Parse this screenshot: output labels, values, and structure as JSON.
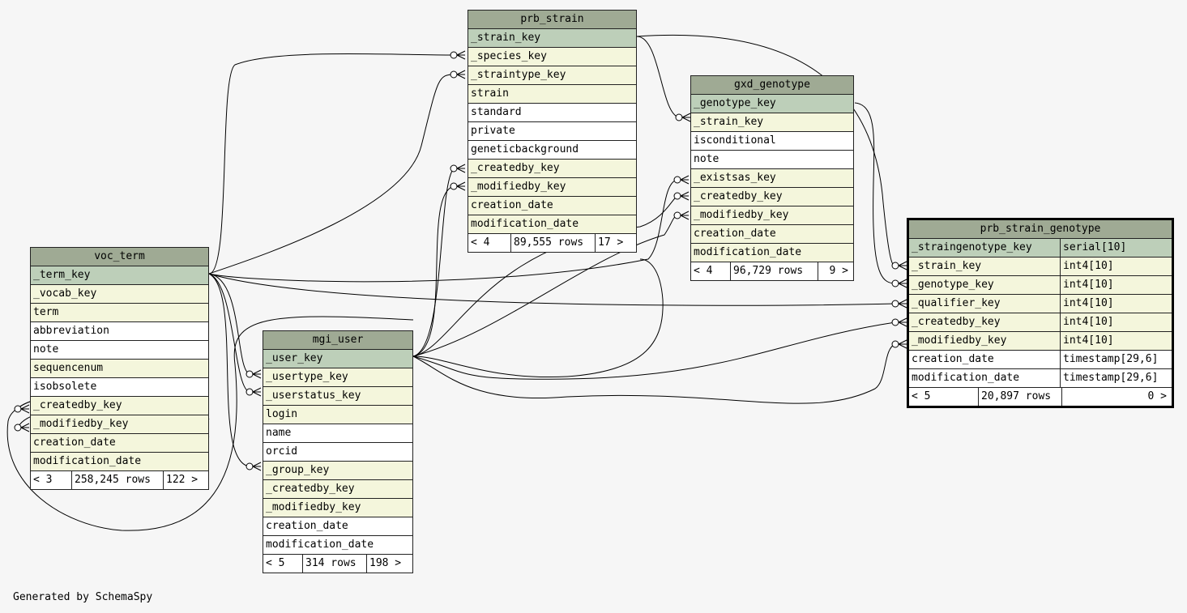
{
  "credit": "Generated by SchemaSpy",
  "tables": {
    "prb_strain": {
      "name": "prb_strain",
      "columns": [
        {
          "name": "_strain_key",
          "kind": "pk"
        },
        {
          "name": "_species_key",
          "kind": "fk"
        },
        {
          "name": "_straintype_key",
          "kind": "fk"
        },
        {
          "name": "strain",
          "kind": "fk"
        },
        {
          "name": "standard",
          "kind": "plain"
        },
        {
          "name": "private",
          "kind": "plain"
        },
        {
          "name": "geneticbackground",
          "kind": "plain"
        },
        {
          "name": "_createdby_key",
          "kind": "fk"
        },
        {
          "name": "_modifiedby_key",
          "kind": "fk"
        },
        {
          "name": "creation_date",
          "kind": "fk"
        },
        {
          "name": "modification_date",
          "kind": "fk"
        }
      ],
      "footer": {
        "parents": "< 4",
        "rows": "89,555 rows",
        "children": "17 >"
      }
    },
    "gxd_genotype": {
      "name": "gxd_genotype",
      "columns": [
        {
          "name": "_genotype_key",
          "kind": "pk"
        },
        {
          "name": "_strain_key",
          "kind": "fk"
        },
        {
          "name": "isconditional",
          "kind": "plain"
        },
        {
          "name": "note",
          "kind": "plain"
        },
        {
          "name": "_existsas_key",
          "kind": "fk"
        },
        {
          "name": "_createdby_key",
          "kind": "fk"
        },
        {
          "name": "_modifiedby_key",
          "kind": "fk"
        },
        {
          "name": "creation_date",
          "kind": "fk"
        },
        {
          "name": "modification_date",
          "kind": "fk"
        }
      ],
      "footer": {
        "parents": "< 4",
        "rows": "96,729 rows",
        "children": "9 >"
      }
    },
    "voc_term": {
      "name": "voc_term",
      "columns": [
        {
          "name": "_term_key",
          "kind": "pk"
        },
        {
          "name": "_vocab_key",
          "kind": "fk"
        },
        {
          "name": "term",
          "kind": "fk"
        },
        {
          "name": "abbreviation",
          "kind": "plain"
        },
        {
          "name": "note",
          "kind": "plain"
        },
        {
          "name": "sequencenum",
          "kind": "fk"
        },
        {
          "name": "isobsolete",
          "kind": "plain"
        },
        {
          "name": "_createdby_key",
          "kind": "fk"
        },
        {
          "name": "_modifiedby_key",
          "kind": "fk"
        },
        {
          "name": "creation_date",
          "kind": "fk"
        },
        {
          "name": "modification_date",
          "kind": "fk"
        }
      ],
      "footer": {
        "parents": "< 3",
        "rows": "258,245 rows",
        "children": "122 >"
      }
    },
    "mgi_user": {
      "name": "mgi_user",
      "columns": [
        {
          "name": "_user_key",
          "kind": "pk"
        },
        {
          "name": "_usertype_key",
          "kind": "fk"
        },
        {
          "name": "_userstatus_key",
          "kind": "fk"
        },
        {
          "name": "login",
          "kind": "fk"
        },
        {
          "name": "name",
          "kind": "plain"
        },
        {
          "name": "orcid",
          "kind": "plain"
        },
        {
          "name": "_group_key",
          "kind": "fk"
        },
        {
          "name": "_createdby_key",
          "kind": "fk"
        },
        {
          "name": "_modifiedby_key",
          "kind": "fk"
        },
        {
          "name": "creation_date",
          "kind": "plain"
        },
        {
          "name": "modification_date",
          "kind": "plain"
        }
      ],
      "footer": {
        "parents": "< 5",
        "rows": "314 rows",
        "children": "198 >"
      }
    },
    "prb_strain_genotype": {
      "name": "prb_strain_genotype",
      "columns": [
        {
          "name": "_straingenotype_key",
          "kind": "pk",
          "type": "serial[10]"
        },
        {
          "name": "_strain_key",
          "kind": "fk",
          "type": "int4[10]"
        },
        {
          "name": "_genotype_key",
          "kind": "fk",
          "type": "int4[10]"
        },
        {
          "name": "_qualifier_key",
          "kind": "fk",
          "type": "int4[10]"
        },
        {
          "name": "_createdby_key",
          "kind": "fk",
          "type": "int4[10]"
        },
        {
          "name": "_modifiedby_key",
          "kind": "fk",
          "type": "int4[10]"
        },
        {
          "name": "creation_date",
          "kind": "plain",
          "type": "timestamp[29,6]"
        },
        {
          "name": "modification_date",
          "kind": "plain",
          "type": "timestamp[29,6]"
        }
      ],
      "footer": {
        "parents": "< 5",
        "rows": "20,897 rows",
        "children": "0 >"
      }
    }
  }
}
